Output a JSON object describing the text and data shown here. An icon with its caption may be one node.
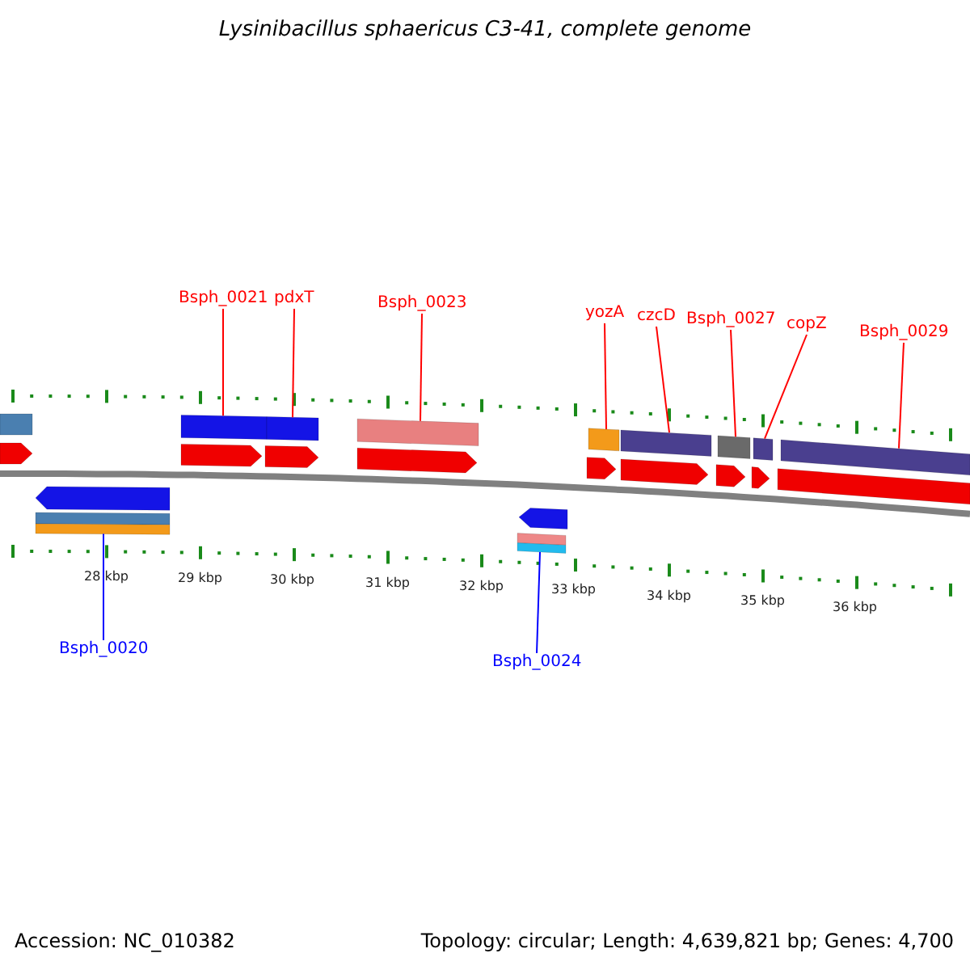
{
  "diagram": {
    "title": "Lysinibacillus sphaericus C3-41, complete genome",
    "nodes": [
      {
        "text": [
          "Bsph_0021"
        ]
      },
      {
        "text": [
          "pdxT"
        ]
      },
      {
        "text": [
          "Bsph_0023"
        ]
      },
      {
        "text": [
          "yozA"
        ]
      },
      {
        "text": [
          "czcD"
        ]
      },
      {
        "text": [
          "Bsph_0027"
        ]
      },
      {
        "text": [
          "copZ"
        ]
      },
      {
        "text": [
          "Bsph_0029"
        ]
      },
      {
        "text": [
          "Bsph_0020"
        ]
      },
      {
        "text": [
          "Bsph_0024"
        ]
      },
      {
        "text": [],
        "shape": "bar"
      },
      {
        "text": [],
        "shape": "pentagon"
      },
      {
        "text": [],
        "shape": "bar"
      },
      {
        "text": [],
        "shape": "bar"
      },
      {
        "text": [],
        "shape": "pentagon"
      },
      {
        "text": [],
        "shape": "pentagon"
      },
      {
        "text": [],
        "shape": "bar"
      },
      {
        "text": [],
        "shape": "pentagon"
      },
      {
        "text": [],
        "shape": "bar"
      },
      {
        "text": [],
        "shape": "bar"
      },
      {
        "text": [],
        "shape": "bar"
      },
      {
        "text": [],
        "shape": "bar"
      },
      {
        "text": [],
        "shape": "bar"
      },
      {
        "text": [],
        "shape": "pentagon"
      },
      {
        "text": [],
        "shape": "pentagon"
      },
      {
        "text": [],
        "shape": "pentagon"
      },
      {
        "text": [],
        "shape": "pentagon"
      },
      {
        "text": [],
        "shape": "bar"
      },
      {
        "text": [],
        "shape": "pentagon"
      },
      {
        "text": [],
        "shape": "bar"
      },
      {
        "text": [],
        "shape": "bar"
      },
      {
        "text": [],
        "shape": "pentagon"
      },
      {
        "text": [],
        "shape": "bar"
      },
      {
        "text": [],
        "shape": "bar"
      }
    ],
    "edges": [
      {
        "from": 0,
        "to": 12,
        "arrow": "none"
      },
      {
        "from": 1,
        "to": 13,
        "arrow": "none"
      },
      {
        "from": 2,
        "to": 16,
        "arrow": "none"
      },
      {
        "from": 3,
        "to": 18,
        "arrow": "none"
      },
      {
        "from": 4,
        "to": 19,
        "arrow": "none"
      },
      {
        "from": 5,
        "to": 20,
        "arrow": "none"
      },
      {
        "from": 6,
        "to": 21,
        "arrow": "none"
      },
      {
        "from": 7,
        "to": 22,
        "arrow": "none"
      },
      {
        "from": 8,
        "to": 30,
        "arrow": "none",
        "color": "#0000ff"
      },
      {
        "from": 9,
        "to": 33,
        "arrow": "none",
        "color": "#0000ff"
      }
    ],
    "labels": [
      "28 kbp",
      "29 kbp",
      "30 kbp",
      "31 kbp",
      "32 kbp",
      "33 kbp",
      "34 kbp",
      "35 kbp",
      "36 kbp",
      "Accession: NC_010382",
      "Topology: circular; Length: 4,639,821 bp; Genes: 4,700"
    ]
  }
}
